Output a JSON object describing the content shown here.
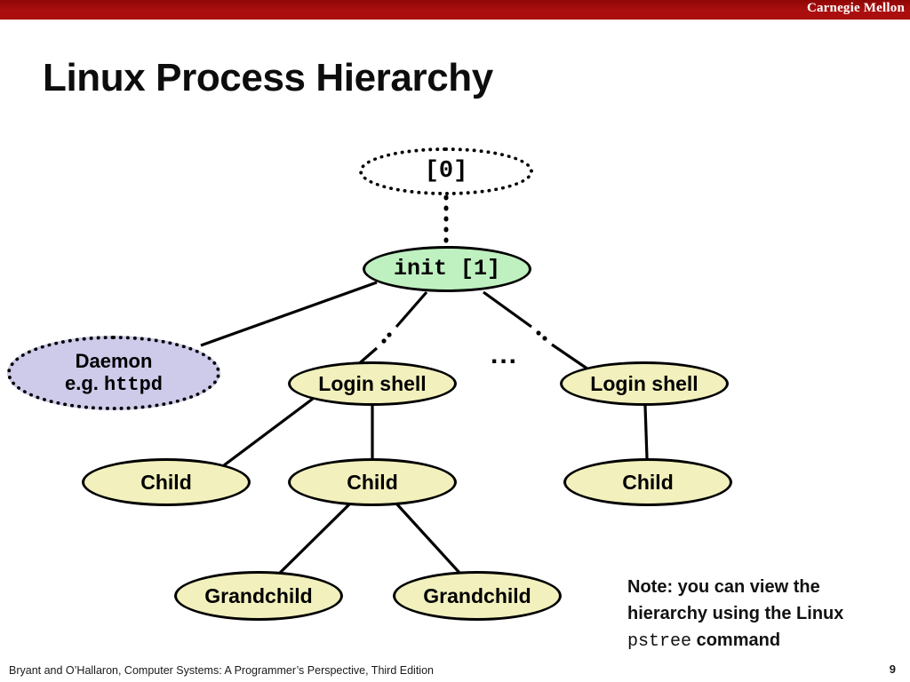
{
  "banner": {
    "brand": "Carnegie Mellon",
    "color": "#a60c0c"
  },
  "title": "Linux Process Hierarchy",
  "diagram": {
    "nodes": [
      {
        "id": "zero",
        "label": "[0]",
        "style": "dotted",
        "fill": "#ffffff",
        "font": "mono"
      },
      {
        "id": "init",
        "label": "init [1]",
        "style": "solid",
        "fill": "#bff0c0",
        "font": "mono"
      },
      {
        "id": "daemon",
        "label_line1": "Daemon",
        "label_line2_prefix": "e.g. ",
        "label_line2_mono": "httpd",
        "style": "dotted",
        "fill": "#cdcaea",
        "font": "sans"
      },
      {
        "id": "login-1",
        "label": "Login shell",
        "style": "solid",
        "fill": "#f2f0bc",
        "font": "sans"
      },
      {
        "id": "login-2",
        "label": "Login shell",
        "style": "solid",
        "fill": "#f2f0bc",
        "font": "sans"
      },
      {
        "id": "child-1",
        "label": "Child",
        "style": "solid",
        "fill": "#f2f0bc",
        "font": "sans"
      },
      {
        "id": "child-2",
        "label": "Child",
        "style": "solid",
        "fill": "#f2f0bc",
        "font": "sans"
      },
      {
        "id": "child-3",
        "label": "Child",
        "style": "solid",
        "fill": "#f2f0bc",
        "font": "sans"
      },
      {
        "id": "gchild-1",
        "label": "Grandchild",
        "style": "solid",
        "fill": "#f2f0bc",
        "font": "sans"
      },
      {
        "id": "gchild-2",
        "label": "Grandchild",
        "style": "solid",
        "fill": "#f2f0bc",
        "font": "sans"
      }
    ],
    "ellipsis_marker": "...",
    "edges": [
      {
        "from": "zero",
        "to": "init",
        "style": "dotted"
      },
      {
        "from": "init",
        "to": "daemon",
        "style": "solid"
      },
      {
        "from": "init",
        "to": "login-1",
        "style": "broken"
      },
      {
        "from": "init",
        "to": "login-2",
        "style": "broken"
      },
      {
        "from": "login-1",
        "to": "child-1",
        "style": "solid"
      },
      {
        "from": "login-1",
        "to": "child-2",
        "style": "solid"
      },
      {
        "from": "login-2",
        "to": "child-3",
        "style": "solid"
      },
      {
        "from": "child-2",
        "to": "gchild-1",
        "style": "solid"
      },
      {
        "from": "child-2",
        "to": "gchild-2",
        "style": "solid"
      }
    ]
  },
  "note": {
    "line1": "Note: you can view the",
    "line2": "hierarchy using the Linux",
    "command": "pstree",
    "line3_suffix": " command"
  },
  "footer": {
    "citation": "Bryant and O’Hallaron, Computer Systems: A Programmer’s Perspective, Third Edition",
    "page": "9"
  }
}
